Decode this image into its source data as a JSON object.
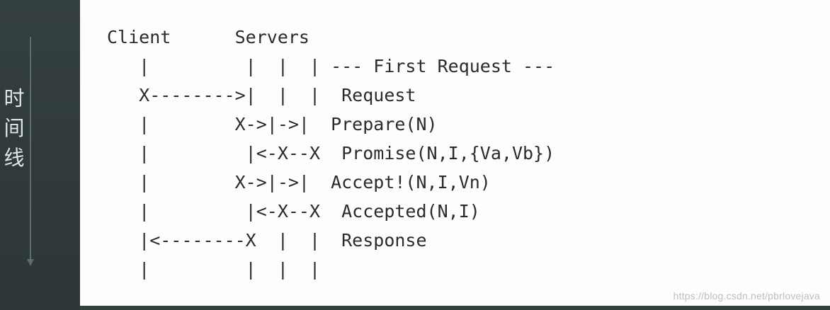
{
  "sidebar": {
    "timeline_label_chars": [
      "时",
      "间",
      "线"
    ]
  },
  "diagram": {
    "lines": [
      "Client      Servers",
      "   |         |  |  | --- First Request ---",
      "   X-------->|  |  |  Request",
      "   |        X->|->|  Prepare(N)",
      "   |         |<-X--X  Promise(N,I,{Va,Vb})",
      "   |        X->|->|  Accept!(N,I,Vn)",
      "   |         |<-X--X  Accepted(N,I)",
      "   |<--------X  |  |  Response",
      "   |         |  |  |"
    ]
  },
  "watermark": "https://blog.csdn.net/pbrlovejava",
  "colors": {
    "slide_background": "#fdfdfd",
    "sidebar_background": "#303a3a",
    "text": "#2b2b2b"
  }
}
